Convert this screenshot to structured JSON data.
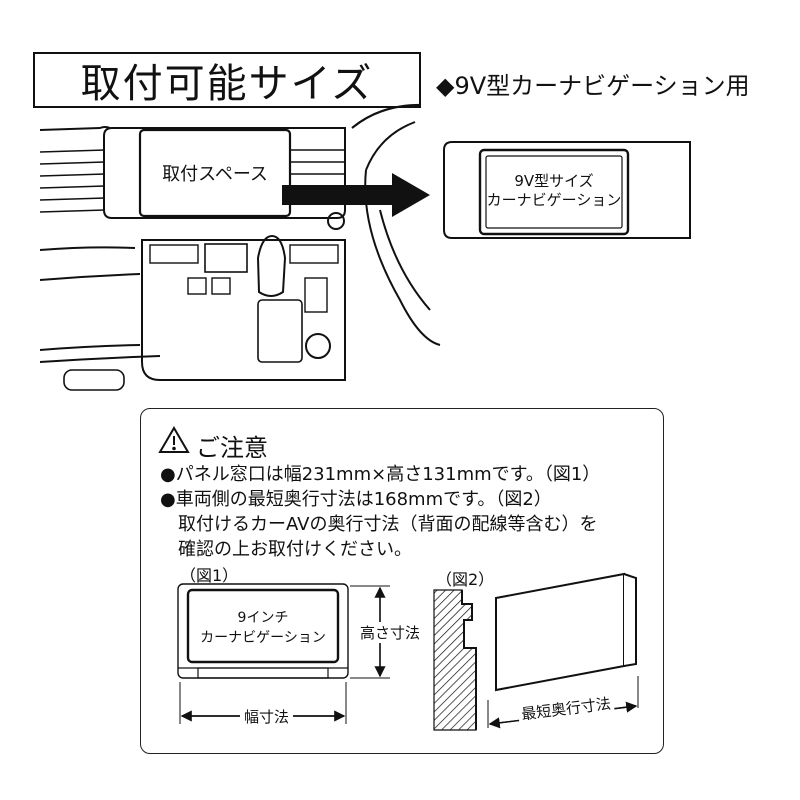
{
  "header": {
    "title": "取付可能サイズ",
    "subtitle": "◆9V型カーナビゲーション用"
  },
  "dashboard": {
    "mount_space_label": "取付スペース",
    "nav_label_line1": "9V型サイズ",
    "nav_label_line2": "カーナビゲーション"
  },
  "notice": {
    "title": "ご注意",
    "lines": [
      "●パネル窓口は幅231mm×高さ131mmです。（図1）",
      "●車両側の最短奥行寸法は168mmです。（図2）",
      "　取付けるカーAVの奥行寸法（背面の配線等含む）を",
      "　確認の上お取付けください。"
    ]
  },
  "figure1": {
    "caption": "（図1）",
    "label_line1": "9インチ",
    "label_line2": "カーナビゲーション",
    "height_label": "高さ寸法",
    "width_label": "幅寸法"
  },
  "figure2": {
    "caption": "（図2）",
    "depth_label": "最短奥行寸法"
  }
}
